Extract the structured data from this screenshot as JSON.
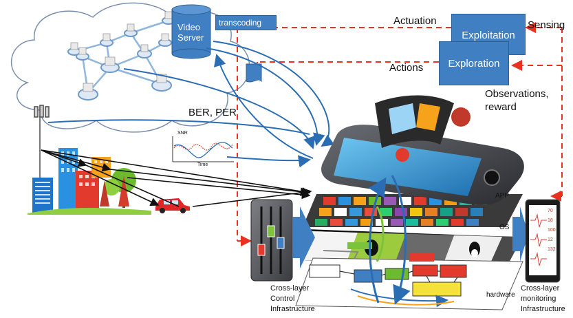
{
  "labels": {
    "transcoding": "transcoding",
    "video_server_line1": "Video",
    "video_server_line2": "Server",
    "actuation": "Actuation",
    "sensing": "Sensing",
    "exploitation": "Exploitation",
    "exploration": "Exploration",
    "actions": "Actions",
    "observations_line1": "Observations,",
    "observations_line2": "reward",
    "ber_per": "BER, PER",
    "snr": "SNR",
    "time": "Time",
    "app": "APP",
    "os": "OS",
    "hardware": "hardware",
    "control_line1": "Cross-layer",
    "control_line2": "Control",
    "control_line3": "Infrastructure",
    "monitoring_line1": "Cross-layer",
    "monitoring_line2": "monitoring",
    "monitoring_line3": "Infrastructure"
  },
  "monitor_readings": [
    "70",
    "18",
    "100",
    "12",
    "132"
  ],
  "colors": {
    "box_blue": "#3f7fc2",
    "arrow_red": "#e8311f",
    "arrow_black": "#111111",
    "cloud_stroke": "#7a8fb0"
  }
}
